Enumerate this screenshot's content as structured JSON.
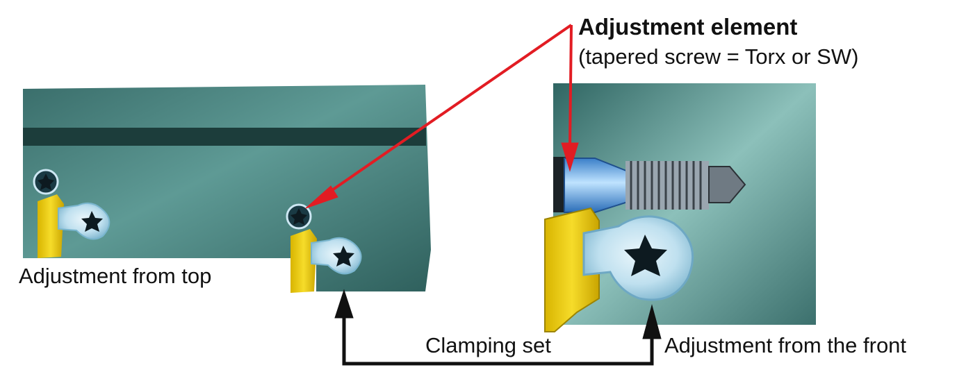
{
  "labels": {
    "adjustment_element_title": "Adjustment element",
    "adjustment_element_subtitle": "(tapered screw = Torx or SW)",
    "adjustment_from_top": "Adjustment from top",
    "clamping_set": "Clamping set",
    "adjustment_from_front": "Adjustment from the front"
  },
  "colors": {
    "steel_body": "#3f7572",
    "steel_highlight": "#86b9b4",
    "groove_dark": "#1c3d3b",
    "insert_yellow": "#f1d21a",
    "screw_blue": "#7ab6e6",
    "callout_arrow": "#e21c23",
    "bracket_arrow": "#111111"
  }
}
